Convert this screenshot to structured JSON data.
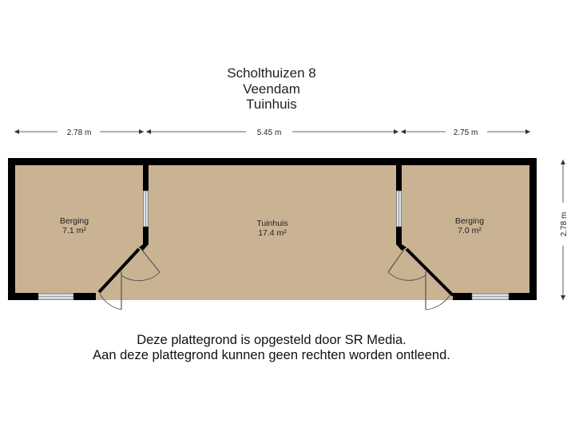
{
  "header": {
    "address": "Scholthuizen 8",
    "city": "Veendam",
    "building": "Tuinhuis"
  },
  "dimensions": {
    "top_left": "2.78 m",
    "top_middle": "5.45 m",
    "top_right": "2.75 m",
    "right_side": "2.78 m"
  },
  "rooms": [
    {
      "name": "Berging",
      "area": "7.1 m²"
    },
    {
      "name": "Tuinhuis",
      "area": "17.4 m²"
    },
    {
      "name": "Berging",
      "area": "7.0 m²"
    }
  ],
  "footer": {
    "line1": "Deze plattegrond is opgesteld door SR Media.",
    "line2": "Aan deze plattegrond kunnen geen rechten worden ontleend."
  },
  "colors": {
    "floor": "#c9b393",
    "wall": "#000000",
    "window": "#d8e3ea"
  }
}
